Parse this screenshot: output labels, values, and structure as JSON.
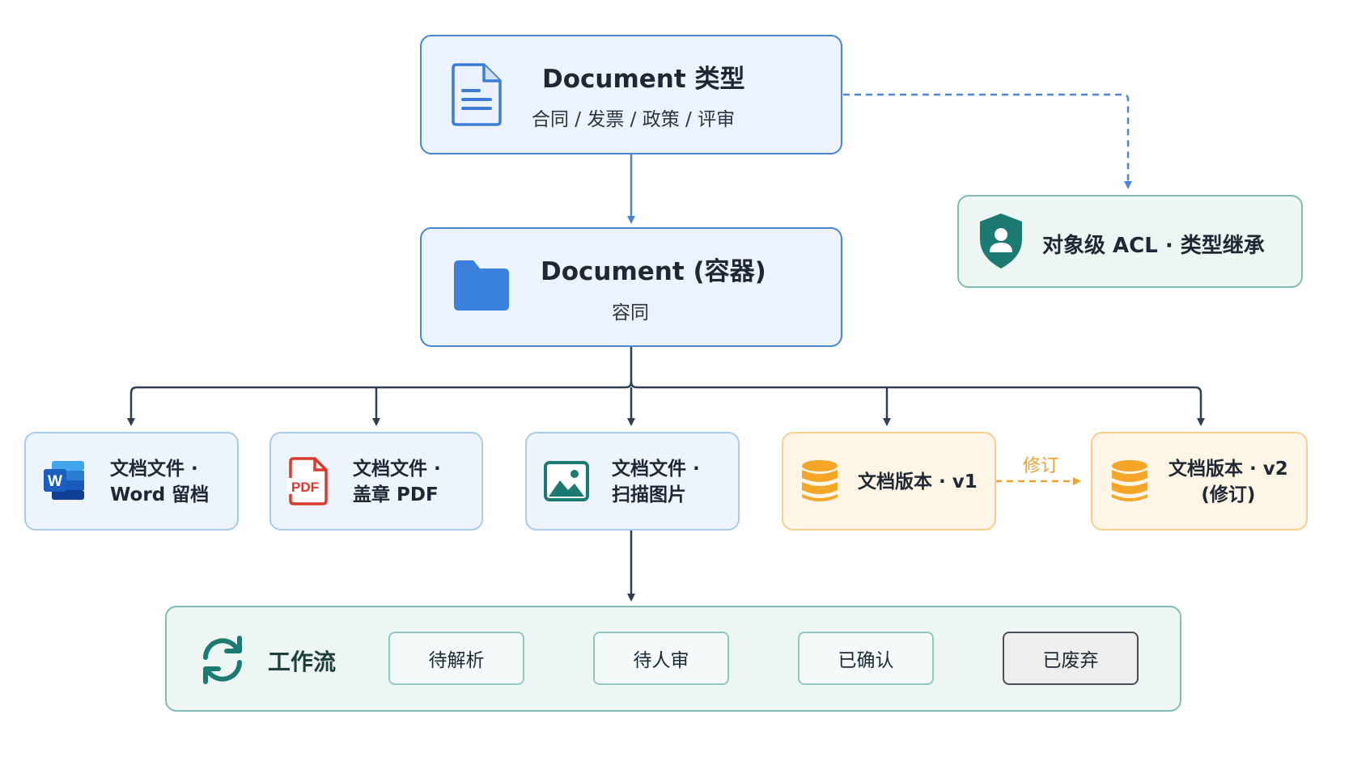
{
  "document_type": {
    "title": "Document 类型",
    "subtitle": "合同 / 发票 / 政策 / 评审"
  },
  "document_container": {
    "title": "Document (容器)",
    "subtitle": "容同"
  },
  "acl": {
    "label": "对象级 ACL · 类型继承"
  },
  "files": [
    {
      "line1": "文档文件 ·",
      "line2": "Word 留档",
      "icon": "word-file-icon"
    },
    {
      "line1": "文档文件 ·",
      "line2": "盖章 PDF",
      "icon": "pdf-file-icon"
    },
    {
      "line1": "文档文件 ·",
      "line2": "扫描图片",
      "icon": "image-file-icon"
    }
  ],
  "versions": {
    "v1": {
      "label": "文档版本 · v1"
    },
    "v2": {
      "line1": "文档版本 · v2",
      "line2": "(修订)"
    },
    "revision_label": "修订"
  },
  "workflow": {
    "label": "工作流",
    "states": [
      "待解析",
      "待人审",
      "已确认",
      "已废弃"
    ]
  },
  "icons": {
    "document": "document-icon",
    "folder": "folder-icon",
    "shield": "shield-user-icon",
    "database": "database-icon",
    "sync": "sync-icon",
    "word": "W",
    "pdf": "PDF"
  },
  "colors": {
    "blue_accent": "#4a86d6",
    "teal_accent": "#1d7a72",
    "orange_accent": "#f0a030",
    "connector_dark": "#2f3f4f"
  }
}
